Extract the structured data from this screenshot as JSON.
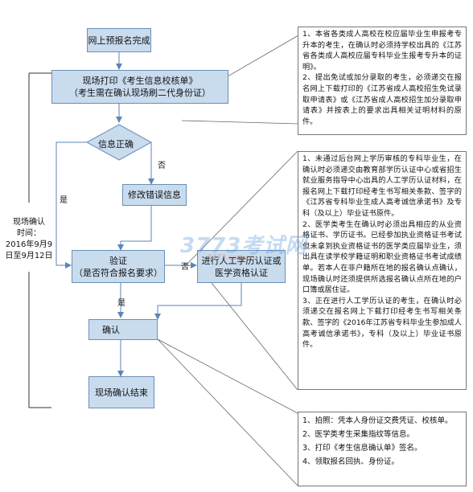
{
  "flow": {
    "step1": "网上预报名完成",
    "step2_line1": "现场打印《考生信息校核单》",
    "step2_line2": "（考生需在确认现场刷二代身份证）",
    "decision": "信息正确",
    "no_label_1": "否",
    "fix": "修改错误信息",
    "yes_label_1": "是",
    "verify_line1": "验证",
    "verify_line2": "（是否符合报名要求）",
    "no_label_2": "否",
    "cert_line1": "进行人工学历认证或",
    "cert_line2": "医学资格认证",
    "yes_label_2": "是",
    "confirm": "确认",
    "end": "现场确认结束"
  },
  "side_note": {
    "line1": "现场确认",
    "line2": "时间：",
    "line3": "2016年9月9",
    "line4": "日至9月12日"
  },
  "notes": {
    "n1_p1": "1、本省各类成人高校在校应届毕业生申报考专升本的考生，在确认时必须持学校出具的《江苏省各类成人高校应届专科毕业生报考专升本的证明》。",
    "n1_p2": "2、提出免试或加分录取的考生，必须递交在报名网上下载打印的《江苏省成人高校招生免试录取申请表》或《江苏省成人高校招生加分录取申请表》并按表上的要求出具相关证明材料的原件。",
    "n2_p1": "1、未通过后台网上学历审核的专科毕业生，在确认时必须递交由教育部学历认证中心或省招生就业服务指导中心出具的人工学历认证材料，在报名网上下载打印经考生书写相关条款、签字的《江苏省专科毕业生成人高考诚信承诺书》及专科（及以上）毕业证书原件。",
    "n2_p2": "2、医学类考生在确认时必须出具相应的从业资格证书、学历证书。已经参加执业资格证书考试但未拿到执业资格证书的医学类应届毕业生，须出具在读学校学籍证明和职业资格证书考试成绩单。若本人在非户籍所在地的报名确认点确认，现场确认时还须提供所选报名确认点所在地的户口簿或居住证。",
    "n2_p3": "3、正在进行人工学历认证的考生，在确认时必须递交在报名网上下载打印经考生书写相关条款、签字的《2016年江苏省专科毕业生参加成人高考诚信承诺书》，专科（及以上）毕业证书原件。",
    "n3_p1": "1、拍照：凭本人身份证交费凭证、校核单。",
    "n3_p2": "2、医学类考生采集指纹等信息。",
    "n3_p3": "3、打印《考生信息确认单》签名。",
    "n3_p4": "4、领取报名回执、身份证。"
  },
  "watermark": {
    "main": "3773考试网",
    "sub": "3773.com.cn"
  },
  "colors": {
    "box_fill": "#c9dcee",
    "box_border": "#6a8fb8",
    "arrow": "#5b86b8",
    "line": "#333333"
  }
}
